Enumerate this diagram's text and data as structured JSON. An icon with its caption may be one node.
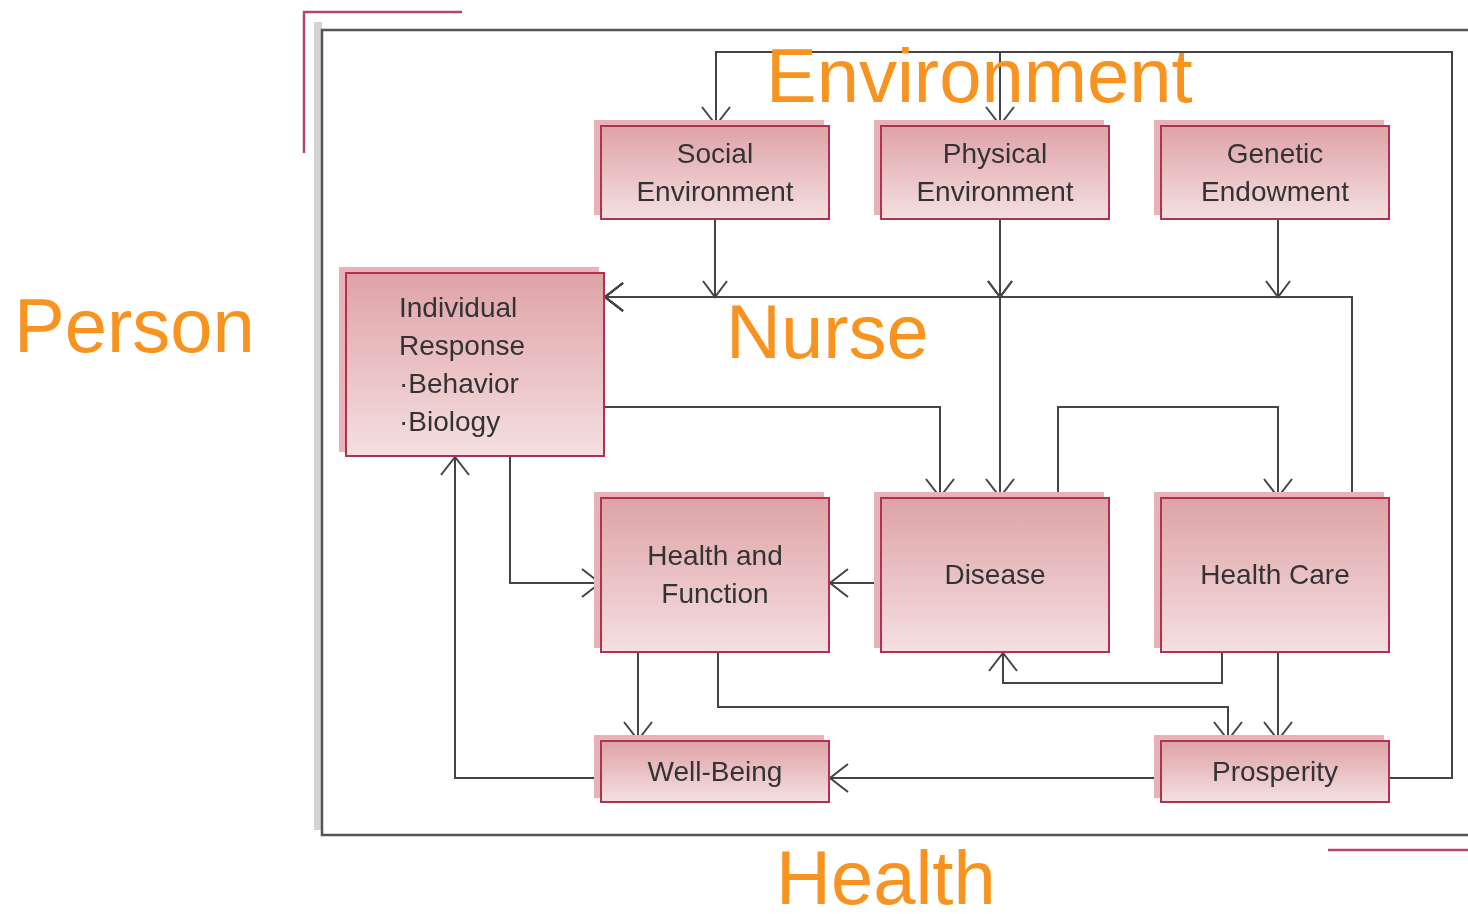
{
  "diagram": {
    "nodes": [
      {
        "text": [
          "Social Environment"
        ]
      },
      {
        "text": [
          "Physical Environment"
        ]
      },
      {
        "text": [
          "Genetic Endowment"
        ]
      },
      {
        "text": [
          "Individual Response",
          "·Behavior",
          "·Biology"
        ]
      },
      {
        "text": [
          "Health and Function"
        ]
      },
      {
        "text": [
          "Disease"
        ]
      },
      {
        "text": [
          "Health Care"
        ]
      },
      {
        "text": [
          "Well-Being"
        ]
      },
      {
        "text": [
          "Prosperity"
        ]
      }
    ],
    "edges": [
      {
        "from": 8,
        "to": 0,
        "arrow": "to"
      },
      {
        "from": 8,
        "to": 1,
        "arrow": "to"
      },
      {
        "from": 0,
        "to": 3,
        "arrow": "to"
      },
      {
        "from": 1,
        "to": 3,
        "arrow": "to"
      },
      {
        "from": 1,
        "to": 5,
        "arrow": "to"
      },
      {
        "from": 2,
        "to": 3,
        "arrow": "to"
      },
      {
        "from": 6,
        "to": 3,
        "arrow": "to"
      },
      {
        "from": 3,
        "to": 5,
        "arrow": "to"
      },
      {
        "from": 5,
        "to": 6,
        "arrow": "to"
      },
      {
        "from": 3,
        "to": 4,
        "arrow": "to"
      },
      {
        "from": 5,
        "to": 4,
        "arrow": "to"
      },
      {
        "from": 6,
        "to": 5,
        "arrow": "to"
      },
      {
        "from": 4,
        "to": 7,
        "arrow": "to"
      },
      {
        "from": 4,
        "to": 8,
        "arrow": "to"
      },
      {
        "from": 6,
        "to": 8,
        "arrow": "to"
      },
      {
        "from": 8,
        "to": 7,
        "arrow": "to"
      },
      {
        "from": 7,
        "to": 3,
        "arrow": "to"
      }
    ],
    "labels": [
      "Environment",
      "Person",
      "Nurse",
      "Health"
    ]
  }
}
